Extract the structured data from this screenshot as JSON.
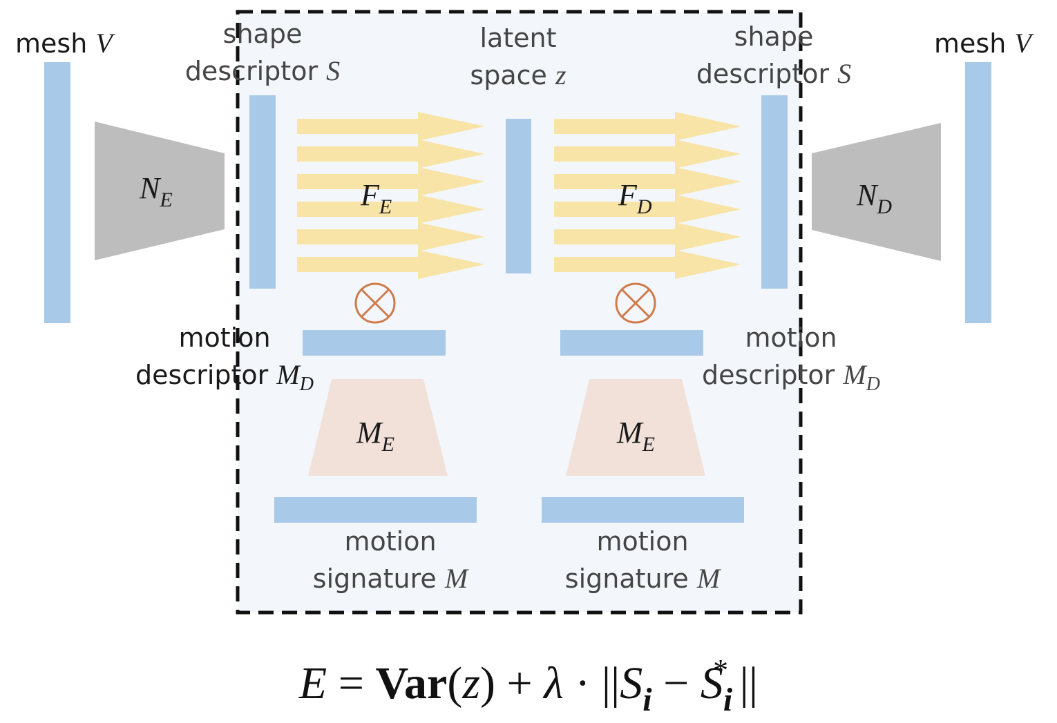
{
  "labels": {
    "mesh_left": {
      "text": "mesh",
      "var": "V"
    },
    "mesh_right": {
      "text": "mesh",
      "var": "V"
    },
    "shape_desc_left": {
      "line1": "shape",
      "line2": "descriptor",
      "var": "S"
    },
    "shape_desc_right": {
      "line1": "shape",
      "line2": "descriptor",
      "var": "S"
    },
    "latent": {
      "line1": "latent",
      "line2": "space",
      "var": "z"
    },
    "motion_desc_left": {
      "line1": "motion",
      "line2": "descriptor",
      "var": "M",
      "sub": "D"
    },
    "motion_desc_right": {
      "line1": "motion",
      "line2": "descriptor",
      "var": "M",
      "sub": "D"
    },
    "motion_sig_left": {
      "line1": "motion",
      "line2": "signature",
      "var": "M"
    },
    "motion_sig_right": {
      "line1": "motion",
      "line2": "signature",
      "var": "M"
    }
  },
  "symbols": {
    "NE": {
      "base": "N",
      "sub": "E"
    },
    "ND": {
      "base": "N",
      "sub": "D"
    },
    "FE": {
      "base": "F",
      "sub": "E"
    },
    "FD": {
      "base": "F",
      "sub": "D"
    },
    "ME_left": {
      "base": "M",
      "sub": "E"
    },
    "ME_right": {
      "base": "M",
      "sub": "E"
    }
  },
  "equation": {
    "lhs": "E",
    "eq": "=",
    "var_fn": "Var",
    "var_arg": "z",
    "plus": "+",
    "lambda": "λ",
    "dot": "·",
    "norm_open": "||",
    "s1": "S",
    "s1_sub": "i",
    "minus": "−",
    "s2": "S",
    "s2_sup": "*",
    "s2_sub": "i",
    "norm_close": "||"
  },
  "colors": {
    "blue_bar": "#a9c9e8",
    "gray_trap": "#bdbdbd",
    "arrow_yellow": "#f8e4a6",
    "pink_trap": "#f2e1d9",
    "box_fill": "#f3f7fc",
    "otimes": "#d07a4a"
  }
}
